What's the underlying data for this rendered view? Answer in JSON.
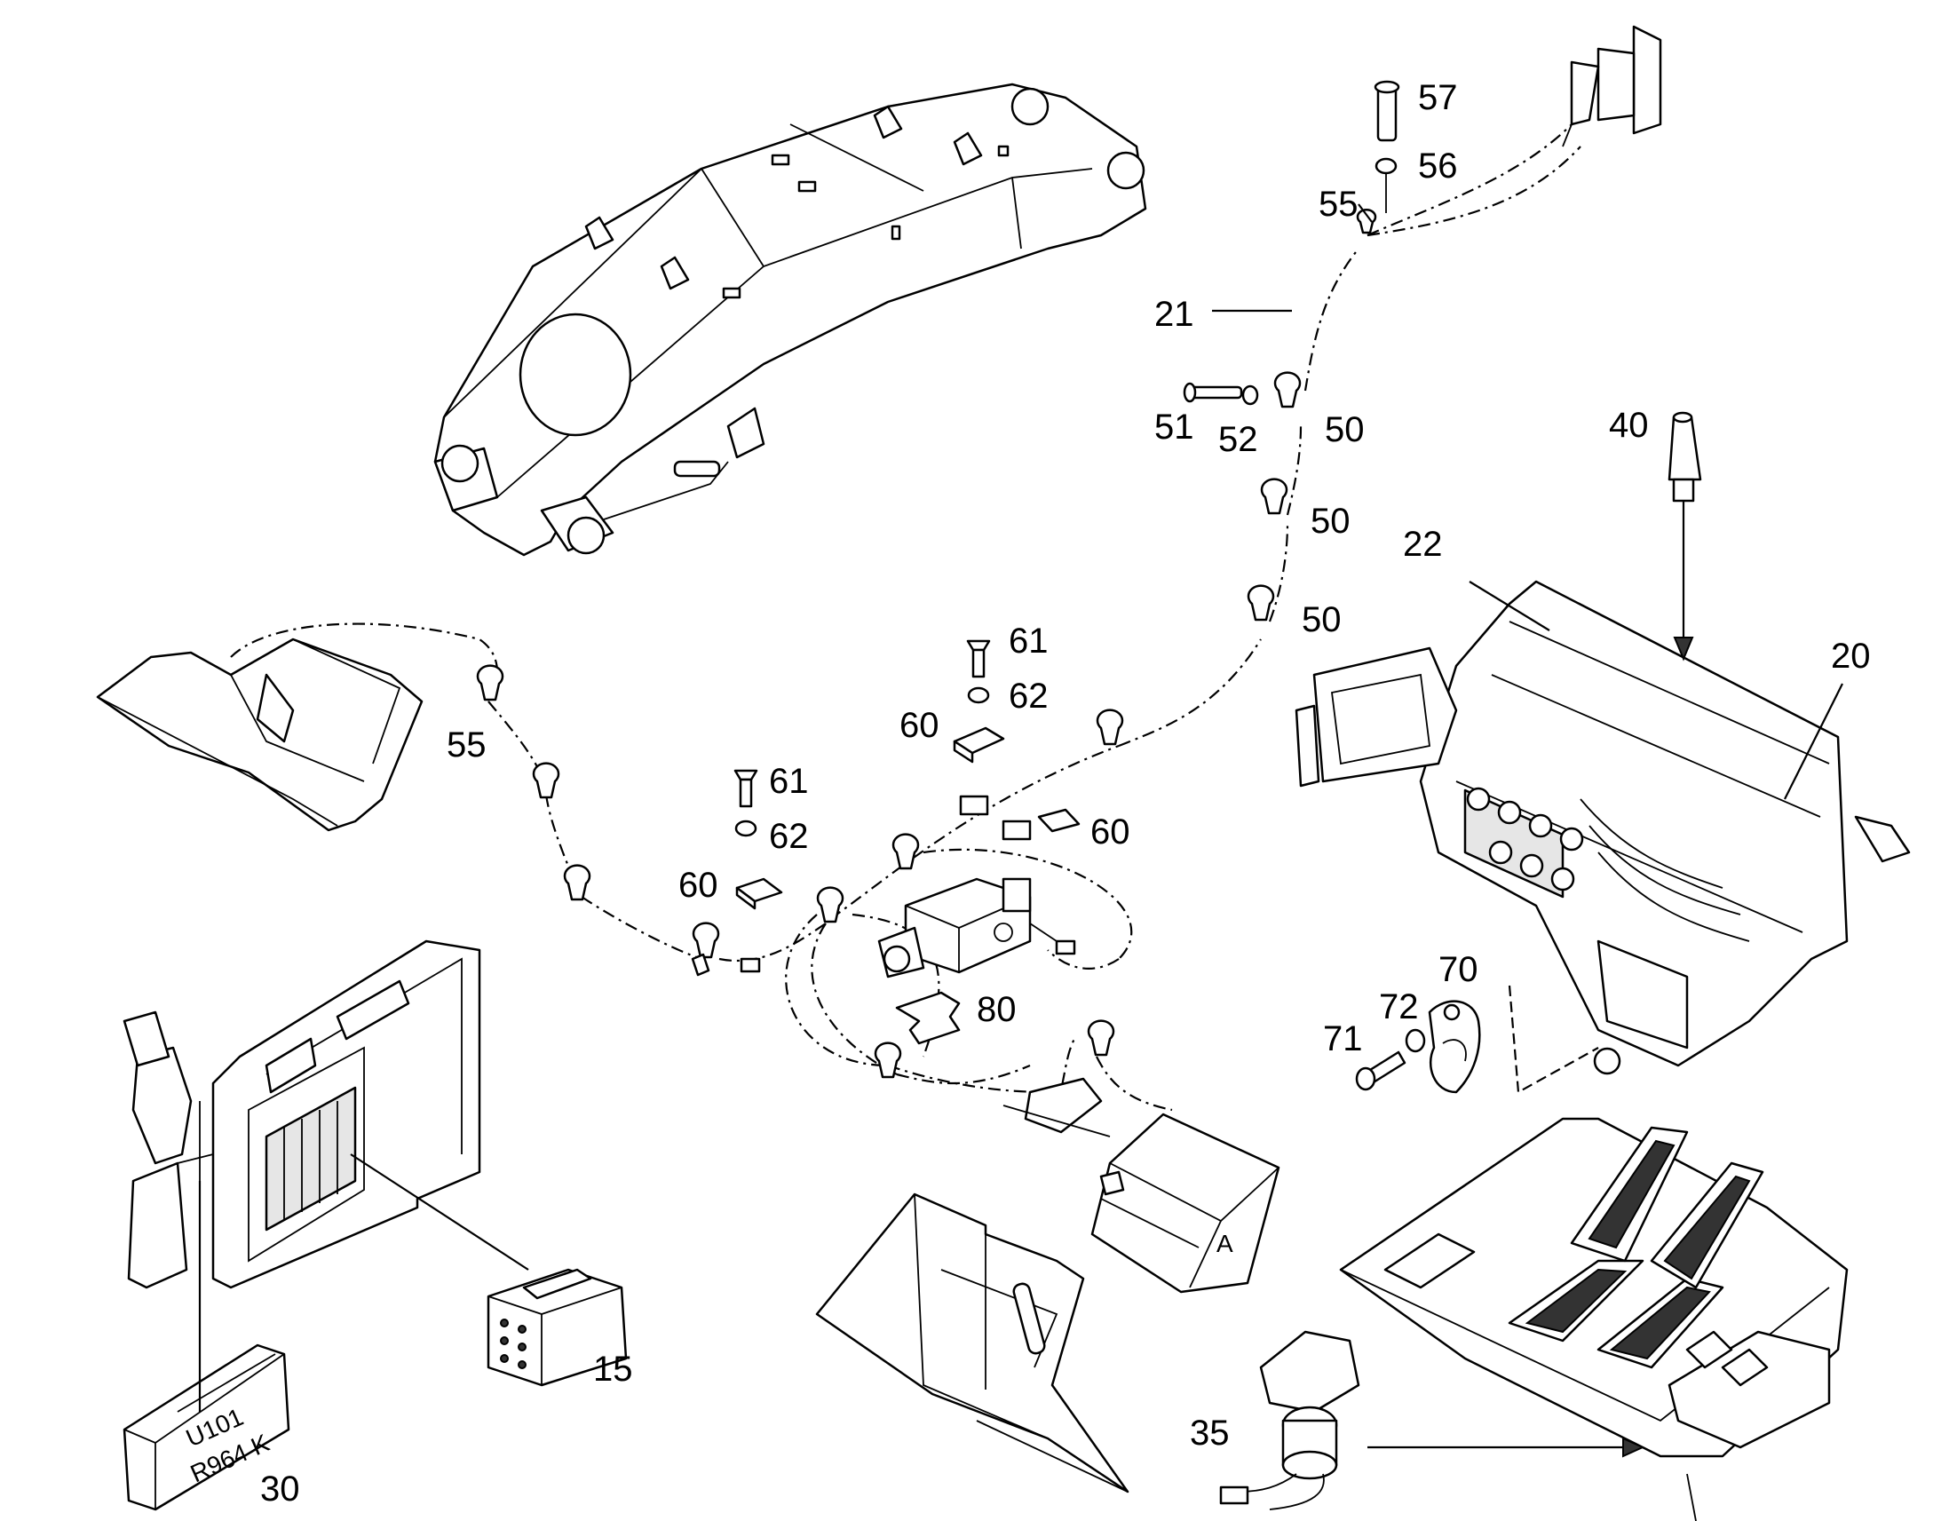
{
  "diagram": {
    "callouts": [
      {
        "key": "c15",
        "label": "15"
      },
      {
        "key": "c20",
        "label": "20"
      },
      {
        "key": "c21",
        "label": "21"
      },
      {
        "key": "c22",
        "label": "22"
      },
      {
        "key": "c30",
        "label": "30"
      },
      {
        "key": "c35",
        "label": "35"
      },
      {
        "key": "c40",
        "label": "40"
      },
      {
        "key": "c50a",
        "label": "50"
      },
      {
        "key": "c50b",
        "label": "50"
      },
      {
        "key": "c50c",
        "label": "50"
      },
      {
        "key": "c51",
        "label": "51"
      },
      {
        "key": "c52",
        "label": "52"
      },
      {
        "key": "c55a",
        "label": "55"
      },
      {
        "key": "c55b",
        "label": "55"
      },
      {
        "key": "c56",
        "label": "56"
      },
      {
        "key": "c57",
        "label": "57"
      },
      {
        "key": "c60a",
        "label": "60"
      },
      {
        "key": "c60b",
        "label": "60"
      },
      {
        "key": "c60c",
        "label": "60"
      },
      {
        "key": "c61a",
        "label": "61"
      },
      {
        "key": "c61b",
        "label": "61"
      },
      {
        "key": "c62a",
        "label": "62"
      },
      {
        "key": "c62b",
        "label": "62"
      },
      {
        "key": "c70",
        "label": "70"
      },
      {
        "key": "c71",
        "label": "71"
      },
      {
        "key": "c72",
        "label": "72"
      },
      {
        "key": "c80",
        "label": "80"
      }
    ],
    "module_label": {
      "line1": "U101",
      "line2": "R964  K"
    },
    "box_letter": "A"
  }
}
